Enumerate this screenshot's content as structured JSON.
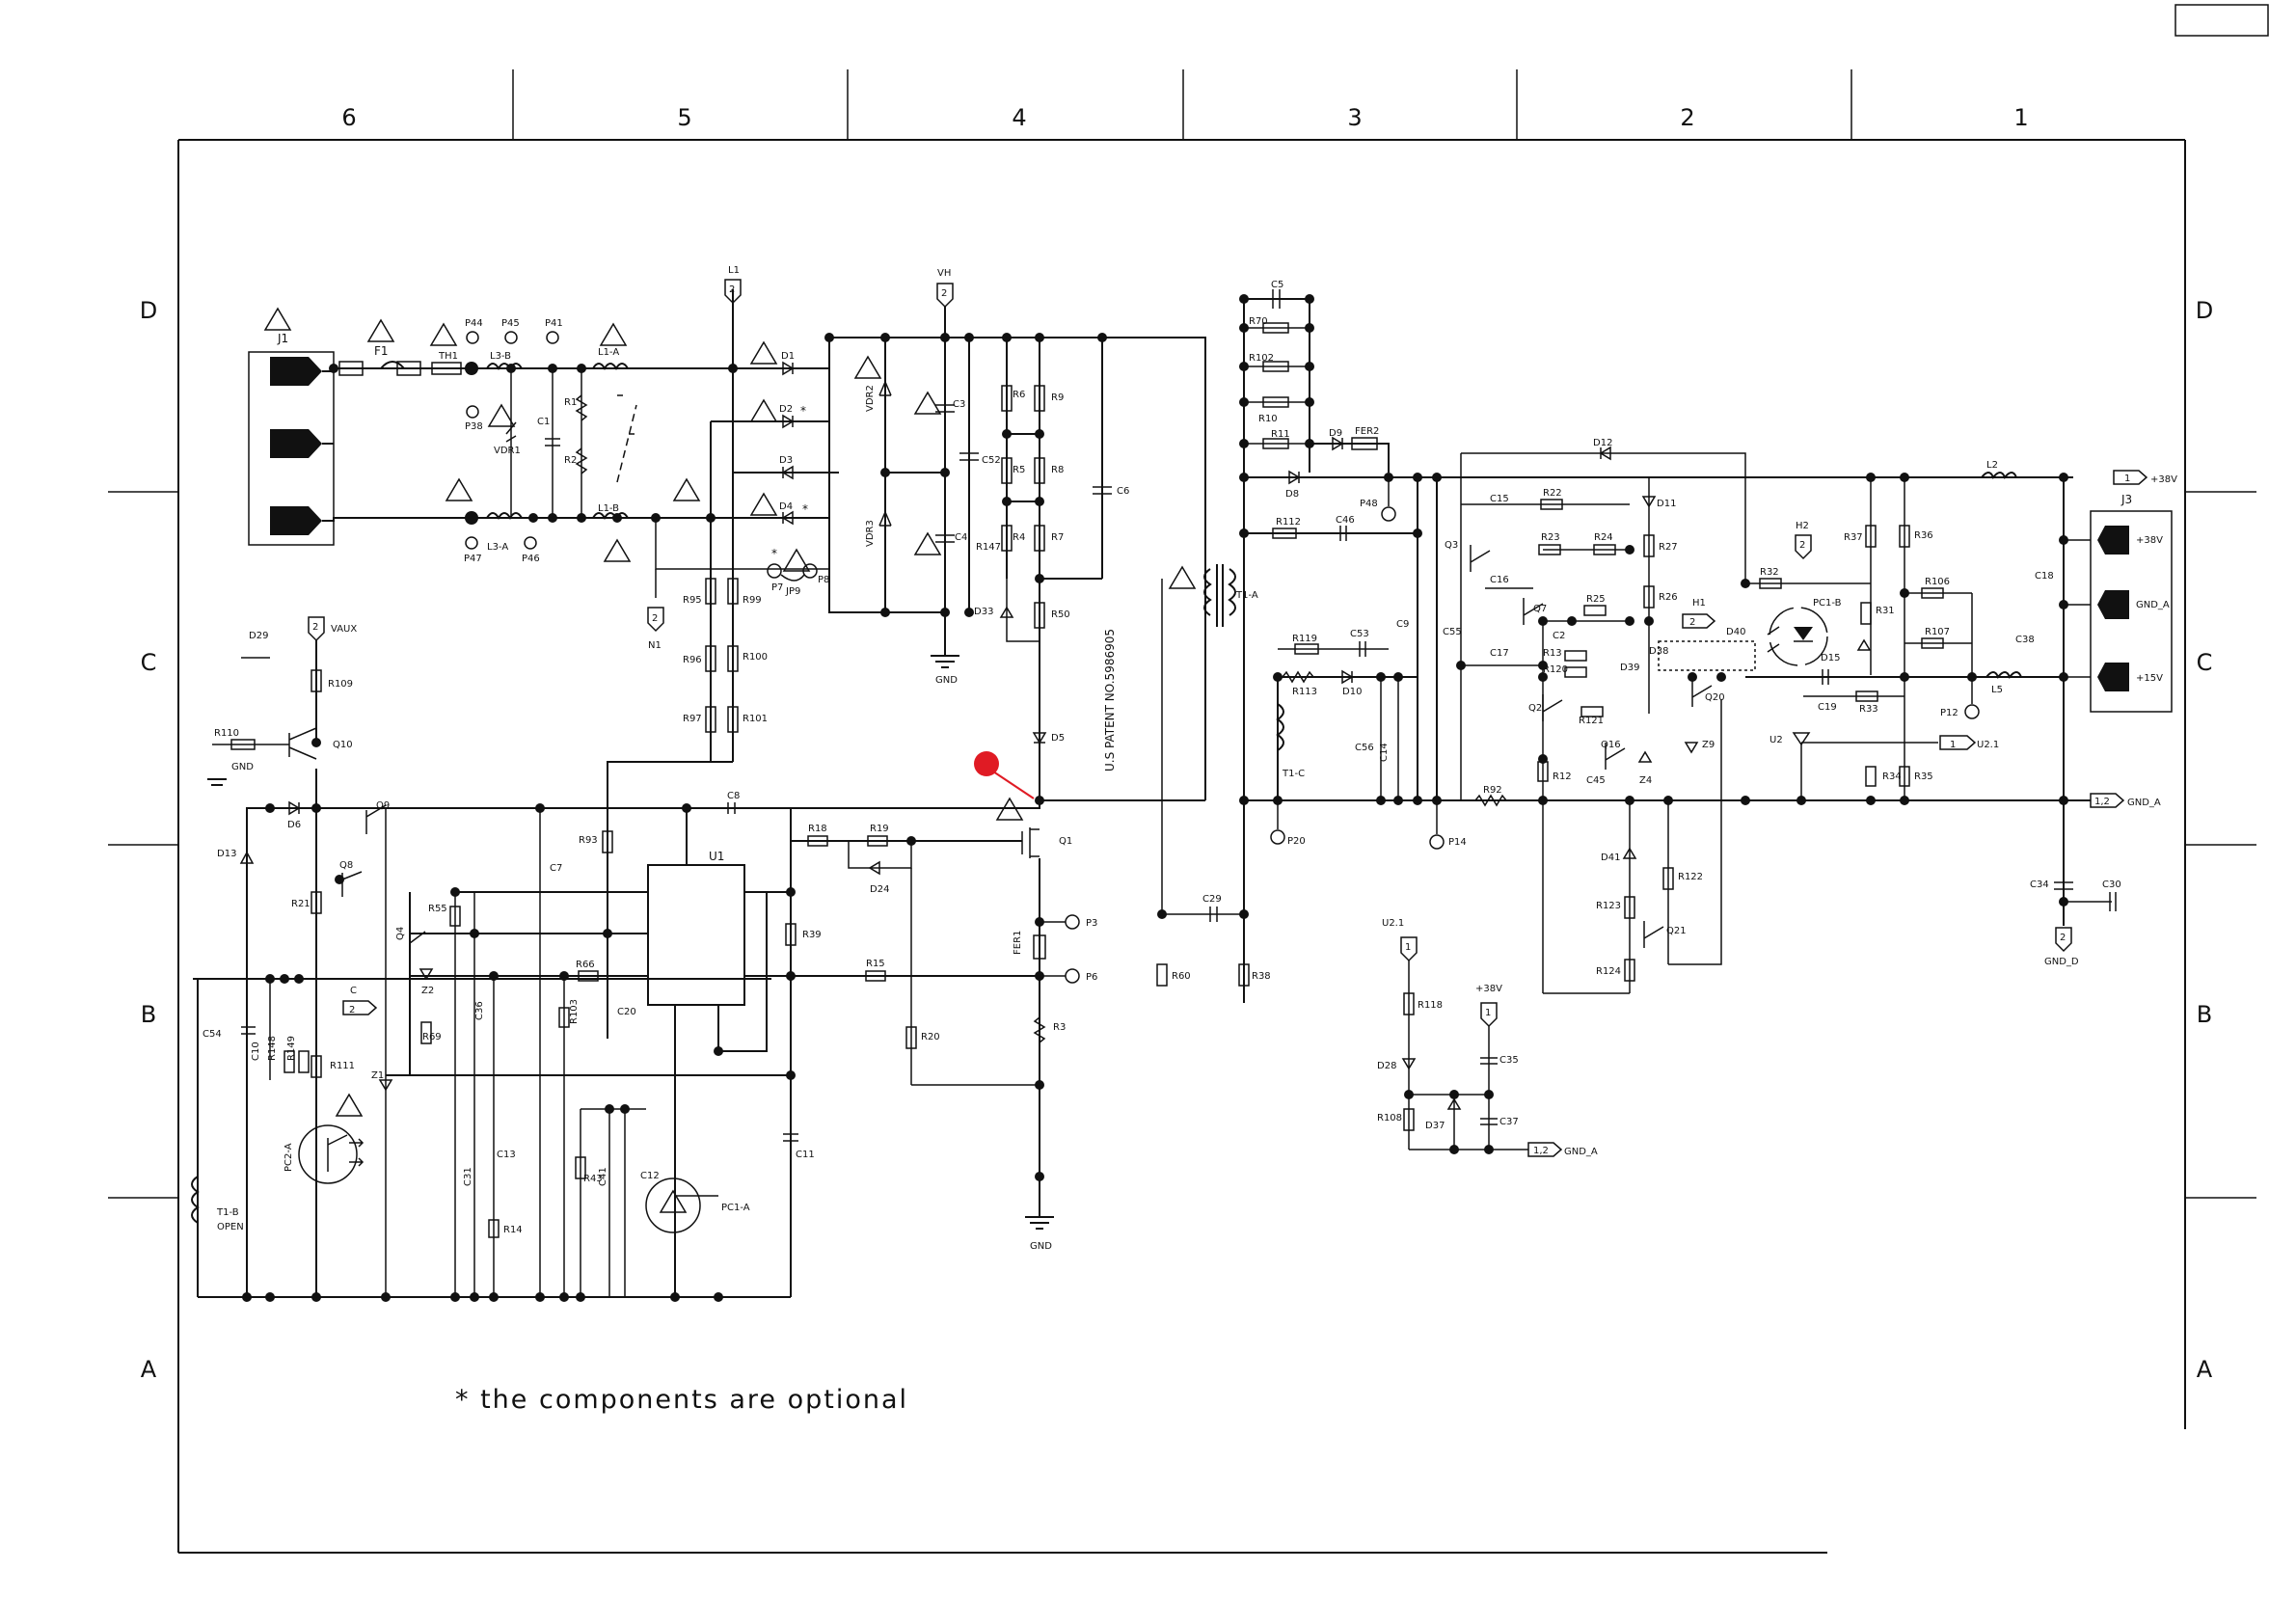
{
  "zones": {
    "columns": [
      "6",
      "5",
      "4",
      "3",
      "2",
      "1"
    ],
    "rows": [
      "D",
      "C",
      "B",
      "A"
    ]
  },
  "footnote": "* the components are optional",
  "patent": "U.S PATENT NO.5986905",
  "labels": {
    "J1": "J1",
    "J3": "J3",
    "F1": "F1",
    "TH1": "TH1",
    "L3B": "L3-B",
    "L3A": "L3-A",
    "L1A": "L1-A",
    "L1B": "L1-B",
    "VDR1": "VDR1",
    "VDR2": "VDR2",
    "VDR3": "VDR3",
    "R1": "R1",
    "R2": "R2",
    "C1": "C1",
    "P44": "P44",
    "P45": "P45",
    "P41": "P41",
    "P38": "P38",
    "P47": "P47",
    "P46": "P46",
    "P48": "P48",
    "P7": "P7",
    "P8": "P8",
    "JP9": "JP9",
    "D1": "D1",
    "D2": "D2",
    "D3": "D3",
    "D4": "D4",
    "L1": "L1",
    "VH": "VH",
    "N1": "N1",
    "C3": "C3",
    "C4": "C4",
    "C52": "C52",
    "R147": "R147",
    "GND": "GND",
    "R6": "R6",
    "R5": "R5",
    "R4": "R4",
    "R9": "R9",
    "R8": "R8",
    "R7": "R7",
    "R50": "R50",
    "D33": "D33",
    "D5": "D5",
    "C6": "C6",
    "R95": "R95",
    "R96": "R96",
    "R97": "R97",
    "R99": "R99",
    "R100": "R100",
    "R101": "R101",
    "D29": "D29",
    "VAUX": "VAUX",
    "R109": "R109",
    "R110": "R110",
    "Q10": "Q10",
    "D13": "D13",
    "D6": "D6",
    "Q9": "Q9",
    "Q8": "Q8",
    "R21": "R21",
    "C54": "C54",
    "C10": "C10",
    "R148": "R148",
    "R149": "R149",
    "R111": "R111",
    "Z1": "Z1",
    "PC2A": "PC2-A",
    "T1B": "T1-B",
    "OPEN": "OPEN",
    "C": "C",
    "Q4": "Q4",
    "Z2": "Z2",
    "R55": "R55",
    "R69": "R69",
    "C36": "C36",
    "C31": "C31",
    "C13": "C13",
    "R14": "R14",
    "C7": "C7",
    "R93": "R93",
    "R66": "R66",
    "R103": "R103",
    "C20": "C20",
    "U1": "U1",
    "C8": "C8",
    "R39": "R39",
    "C11": "C11",
    "R43": "R43",
    "C41": "C41",
    "C12": "C12",
    "PC1A": "PC1-A",
    "R18": "R18",
    "R19": "R19",
    "D24": "D24",
    "R15": "R15",
    "R20": "R20",
    "Q1": "Q1",
    "P3": "P3",
    "P6": "P6",
    "FER1": "FER1",
    "R3": "R3",
    "T1A": "T1-A",
    "C29": "C29",
    "R60": "R60",
    "R38": "R38",
    "C5": "C5",
    "R70": "R70",
    "R102": "R102",
    "R10": "R10",
    "R11": "R11",
    "D9": "D9",
    "FER2": "FER2",
    "D8": "D8",
    "R112": "R112",
    "C46": "C46",
    "R119": "R119",
    "C53": "C53",
    "R113": "R113",
    "D10": "D10",
    "T1C": "T1-C",
    "C56": "C56",
    "C14": "C14",
    "C9": "C9",
    "C55": "C55",
    "P20": "P20",
    "P14": "P14",
    "R92": "R92",
    "Q3": "Q3",
    "C15": "C15",
    "R22": "R22",
    "R23": "R23",
    "R24": "R24",
    "C16": "C16",
    "Q7": "Q7",
    "C2": "C2",
    "R25": "R25",
    "C17": "C17",
    "R13": "R13",
    "R120": "R120",
    "D39": "D39",
    "R121": "R121",
    "Q2": "Q2",
    "R12": "R12",
    "C45": "C45",
    "Q16": "Q16",
    "D12": "D12",
    "D11": "D11",
    "R27": "R27",
    "R26": "R26",
    "H1": "H1",
    "D38": "D38",
    "D40": "D40",
    "Q20": "Q20",
    "Z4": "Z4",
    "Z9": "Z9",
    "D41": "D41",
    "R122": "R122",
    "R123": "R123",
    "Q21": "Q21",
    "R124": "R124",
    "H2": "H2",
    "R32": "R32",
    "PC1B": "PC1-B",
    "R37": "R37",
    "R31": "R31",
    "D15": "D15",
    "R36": "R36",
    "R106": "R106",
    "R107": "R107",
    "C19": "C19",
    "R33": "R33",
    "P12": "P12",
    "U2": "U2",
    "R34": "R34",
    "R35": "R35",
    "L2": "L2",
    "L5": "L5",
    "C18": "C18",
    "C38": "C38",
    "C34": "C34",
    "C30": "C30",
    "U21": "U2.1",
    "plus38": "+38V",
    "plus15": "+15V",
    "GNDA": "GND_A",
    "GNDD": "GND_D",
    "R118": "R118",
    "D28": "D28",
    "R108": "R108",
    "D37": "D37",
    "C35": "C35",
    "C37": "C37"
  },
  "flags": {
    "one": "1",
    "two": "2",
    "onetwo": "1,2"
  },
  "connector_pins": {
    "j3_1": "+38V",
    "j3_2": "GND_A",
    "j3_3": "+15V"
  },
  "colors": {
    "ink": "#111111",
    "marker": "#e01b24"
  }
}
